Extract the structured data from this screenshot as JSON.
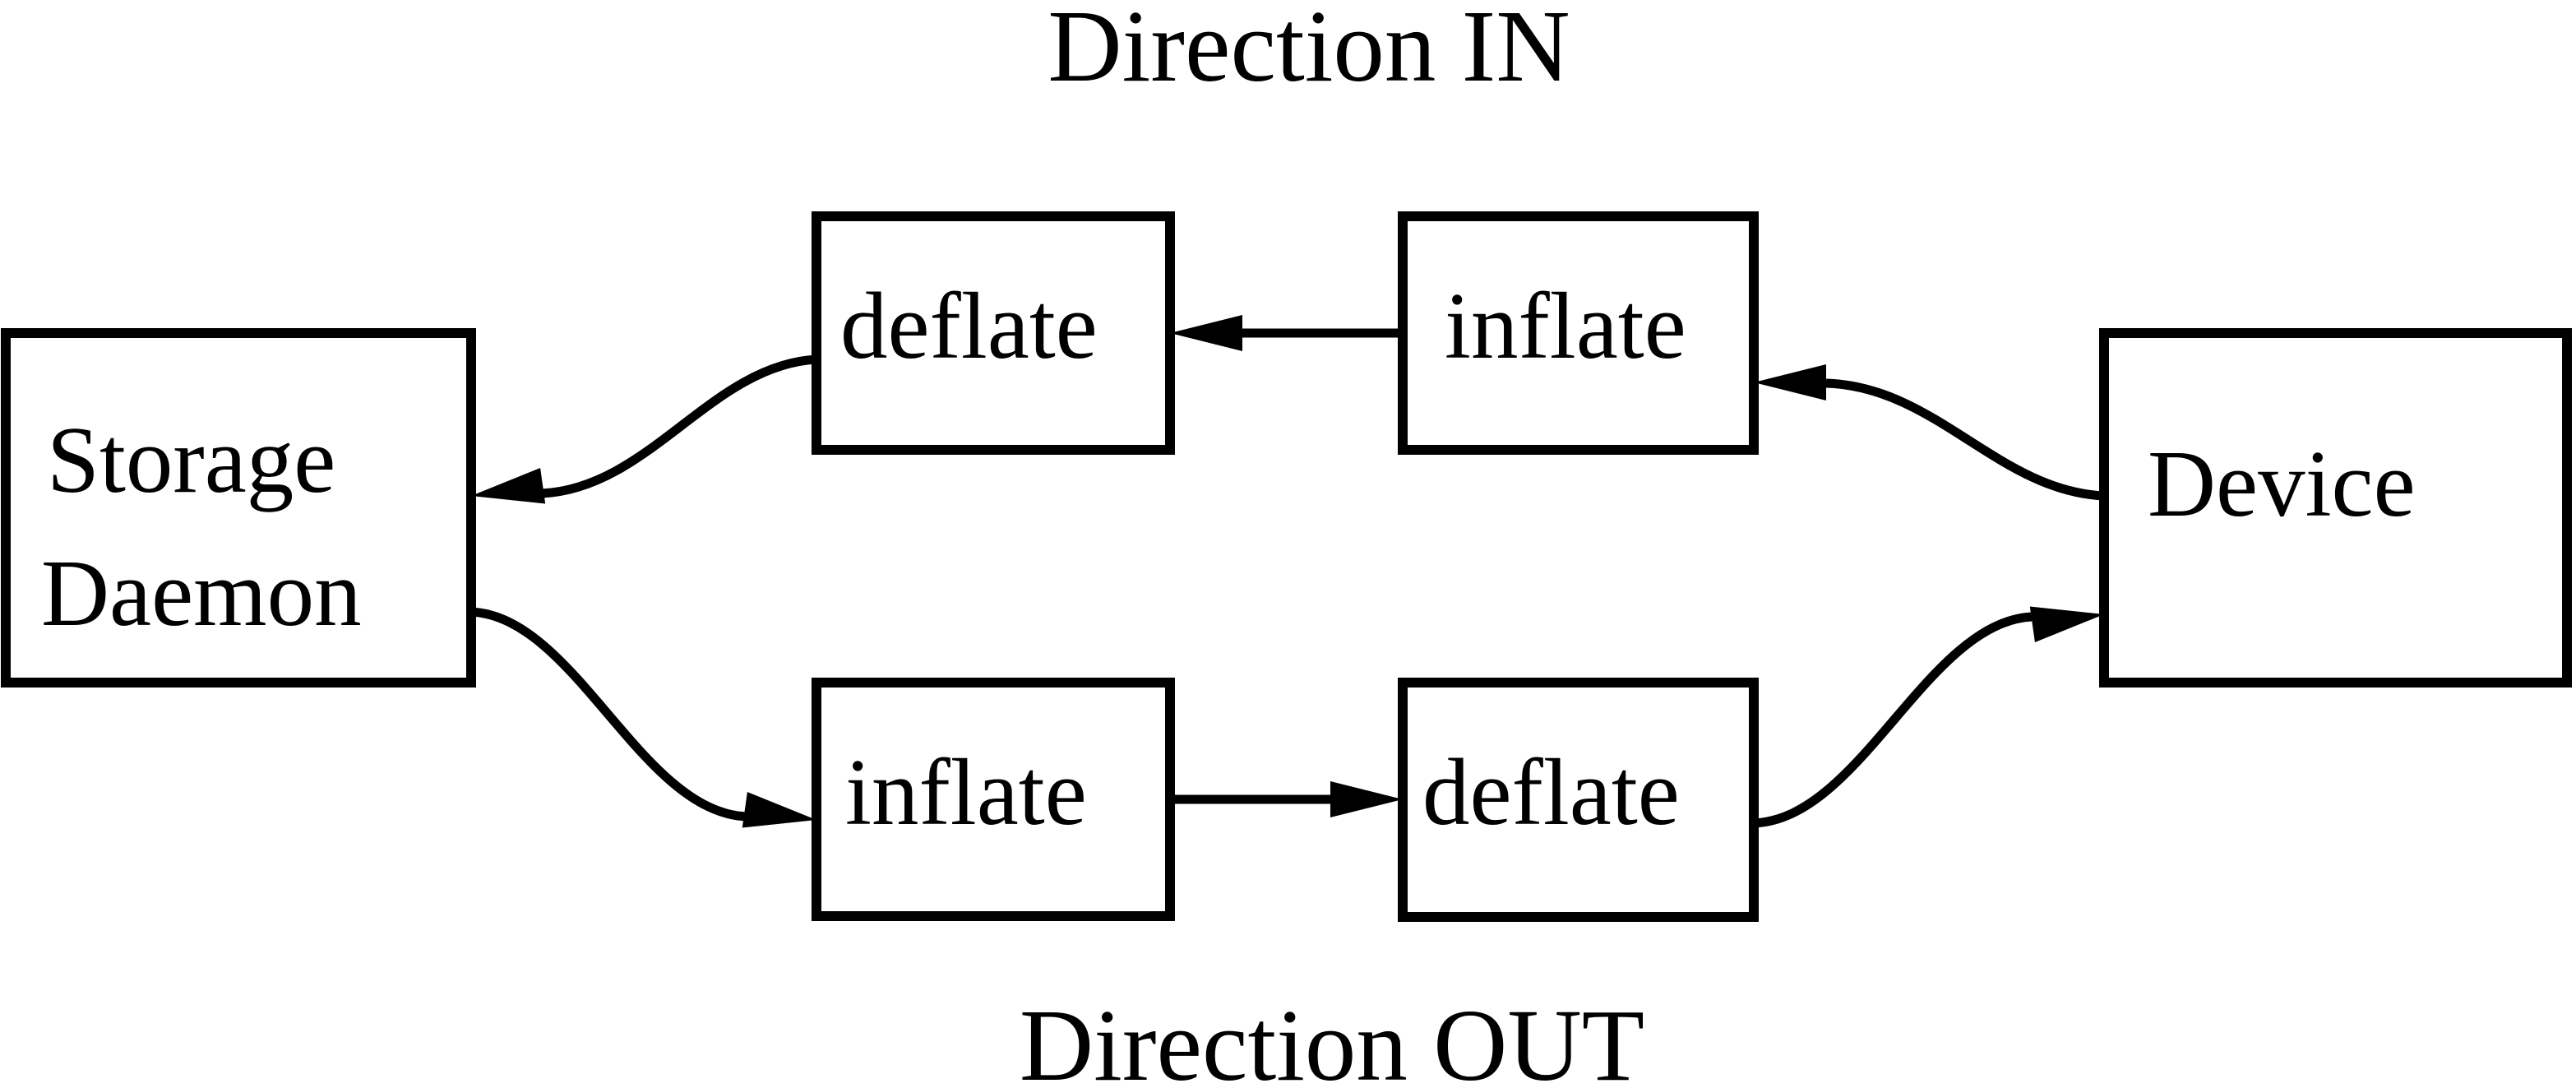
{
  "diagram": {
    "title_top": "Direction IN",
    "title_bottom": "Direction OUT",
    "colors": {
      "stroke": "#000000",
      "background": "#ffffff"
    },
    "nodes": {
      "storage_daemon": {
        "label_line1": "Storage",
        "label_line2": "Daemon"
      },
      "device": {
        "label": "Device"
      },
      "deflate_in": {
        "label": "deflate"
      },
      "inflate_in": {
        "label": "inflate"
      },
      "inflate_out": {
        "label": "inflate"
      },
      "deflate_out": {
        "label": "deflate"
      }
    },
    "edges": [
      {
        "from": "device",
        "to": "inflate_in",
        "direction": "IN"
      },
      {
        "from": "inflate_in",
        "to": "deflate_in",
        "direction": "IN"
      },
      {
        "from": "deflate_in",
        "to": "storage_daemon",
        "direction": "IN"
      },
      {
        "from": "storage_daemon",
        "to": "inflate_out",
        "direction": "OUT"
      },
      {
        "from": "inflate_out",
        "to": "deflate_out",
        "direction": "OUT"
      },
      {
        "from": "deflate_out",
        "to": "device",
        "direction": "OUT"
      }
    ]
  }
}
